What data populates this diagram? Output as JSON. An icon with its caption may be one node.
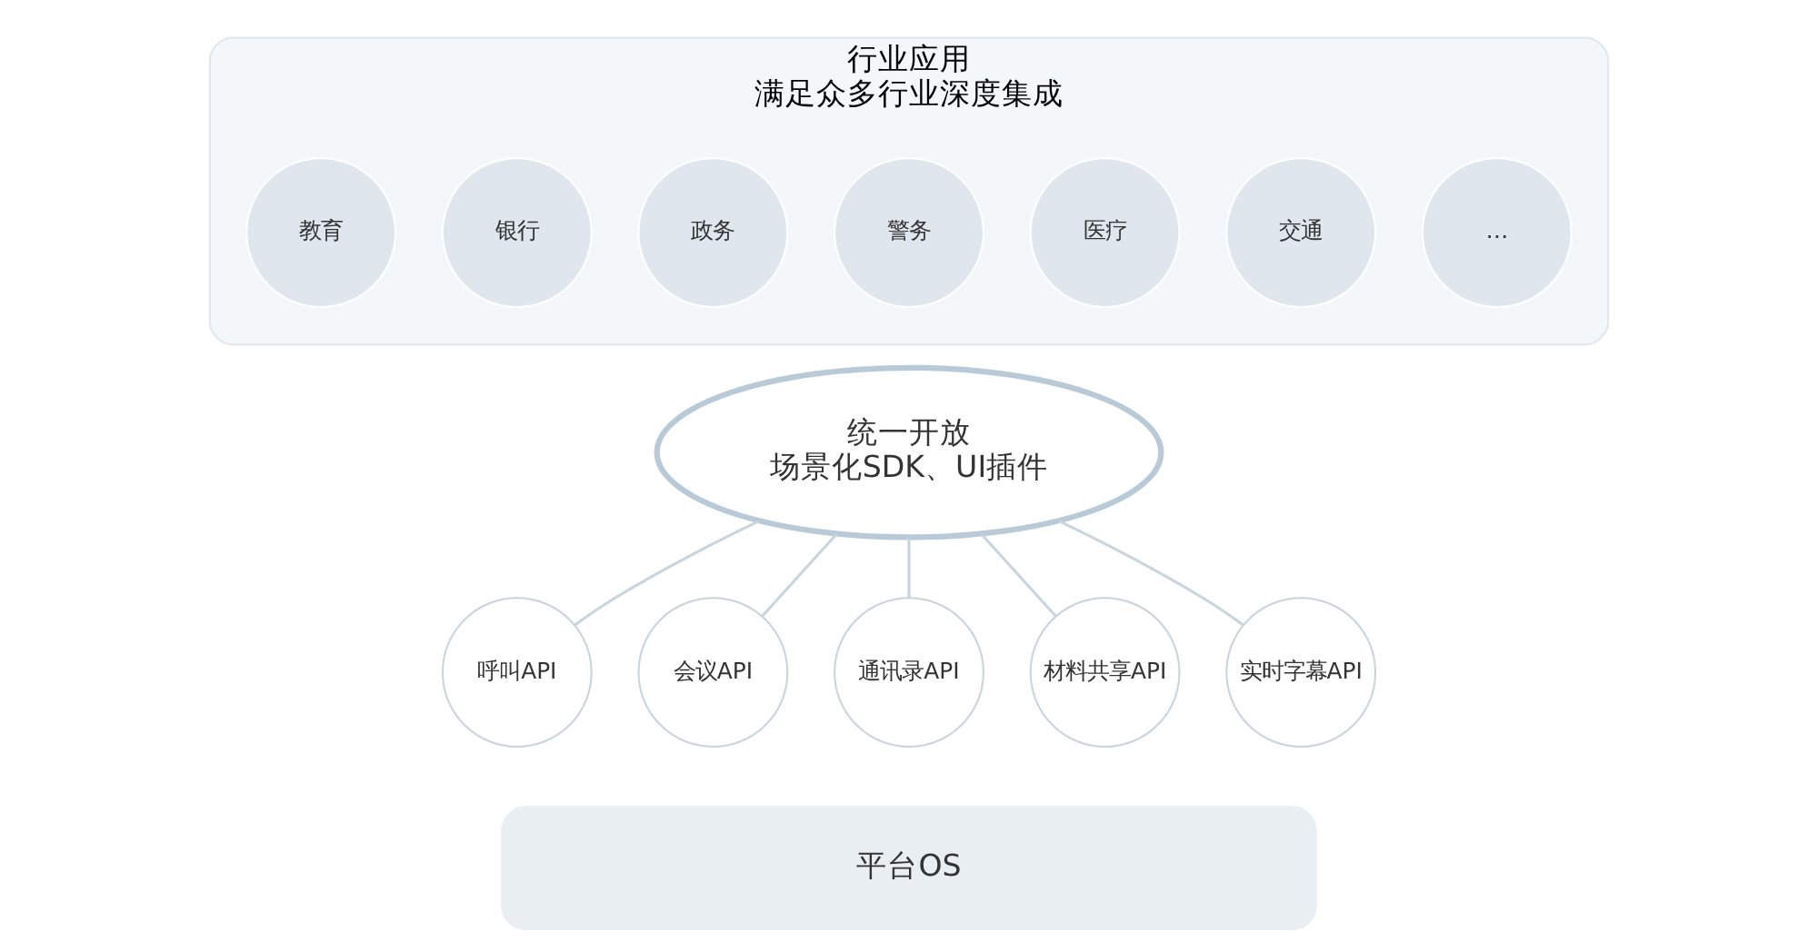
{
  "diagram": {
    "nodes": [
      {
        "text": [
          "行业应用",
          "满足众多行业深度集成"
        ]
      },
      {
        "text": [
          "教育"
        ],
        "in": 0
      },
      {
        "text": [
          "银行"
        ],
        "in": 0
      },
      {
        "text": [
          "政务"
        ],
        "in": 0
      },
      {
        "text": [
          "警务"
        ],
        "in": 0
      },
      {
        "text": [
          "医疗"
        ],
        "in": 0
      },
      {
        "text": [
          "交通"
        ],
        "in": 0
      },
      {
        "text": [
          "…"
        ],
        "in": 0
      },
      {
        "text": [
          "统一开放",
          "场景化SDK、UI插件"
        ]
      },
      {
        "text": [
          "呼叫API"
        ]
      },
      {
        "text": [
          "会议API"
        ]
      },
      {
        "text": [
          "通讯录API"
        ]
      },
      {
        "text": [
          "材料共享API"
        ]
      },
      {
        "text": [
          "实时字幕API"
        ]
      },
      {
        "text": [
          "平台OS"
        ]
      }
    ],
    "edges": [
      {
        "from": 8,
        "to": 9,
        "arrow": "none"
      },
      {
        "from": 8,
        "to": 10,
        "arrow": "none"
      },
      {
        "from": 8,
        "to": 11,
        "arrow": "none"
      },
      {
        "from": 8,
        "to": 12,
        "arrow": "none"
      },
      {
        "from": 8,
        "to": 13,
        "arrow": "none"
      }
    ]
  }
}
